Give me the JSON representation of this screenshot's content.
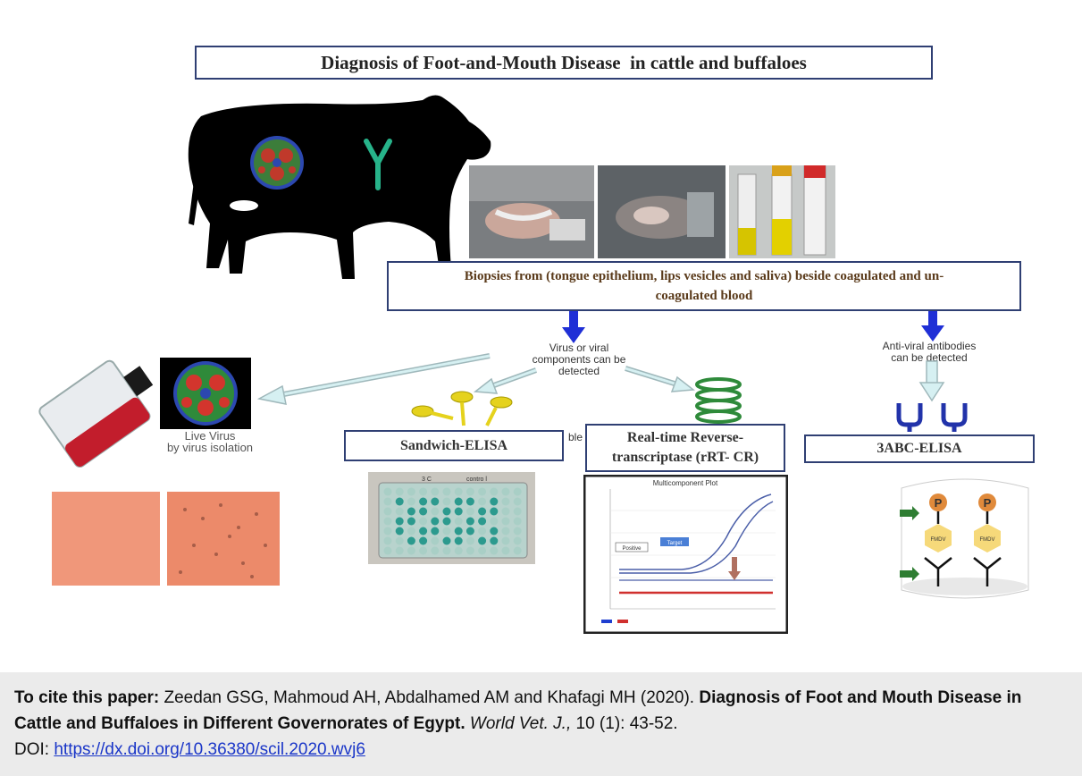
{
  "title": "Diagnosis of Foot-and-Mouth Disease  in cattle and buffaloes",
  "biopsy": {
    "line1": "Biopsies from (tongue epithelium, lips vesicles and saliva) beside coagulated and un-",
    "line2": "coagulated blood"
  },
  "branches": {
    "virus_label_1": "Virus or viral",
    "virus_label_2": "components can be",
    "virus_label_3": "detected",
    "antibody_label_1": "Anti-viral antibodies",
    "antibody_label_2": "can be detected"
  },
  "live_virus": {
    "line1": "Live Virus",
    "line2": "by virus isolation"
  },
  "methods": {
    "sandwich": "Sandwich-ELISA",
    "rtpcr_line1": "Real-time Reverse-",
    "rtpcr_line2": "transcriptase (rRT- CR)",
    "abc": "3ABC-ELISA",
    "partial_text": "ble"
  },
  "plot": {
    "title": "Multicomponent Plot",
    "label_positive": "Positive",
    "label_target": "Target"
  },
  "abc_diagram": {
    "p_label": "P",
    "fmdv_label": "FMDV"
  },
  "elisa_plate": {
    "label_left": "3 C",
    "label_right": "contro l"
  },
  "citation": {
    "prefix": "To cite this paper:",
    "authors": " Zeedan GSG, Mahmoud AH, Abdalhamed AM and Khafagi MH (2020). ",
    "title": "Diagnosis of Foot and Mouth Disease in Cattle and Buffaloes in Different Governorates of Egypt.",
    "journal": "World Vet. J.,",
    "volume": " 10 (1): 43-52.",
    "doi_label": "DOI: ",
    "doi_link": "https://dx.doi.org/10.36380/scil.2020.wvj6"
  },
  "colors": {
    "box_border": "#2f3f73",
    "blue_arrow": "#1f2fd6",
    "light_arrow": "#bfe3e6",
    "citation_bg": "#ebebeb",
    "link": "#1a36c8"
  }
}
